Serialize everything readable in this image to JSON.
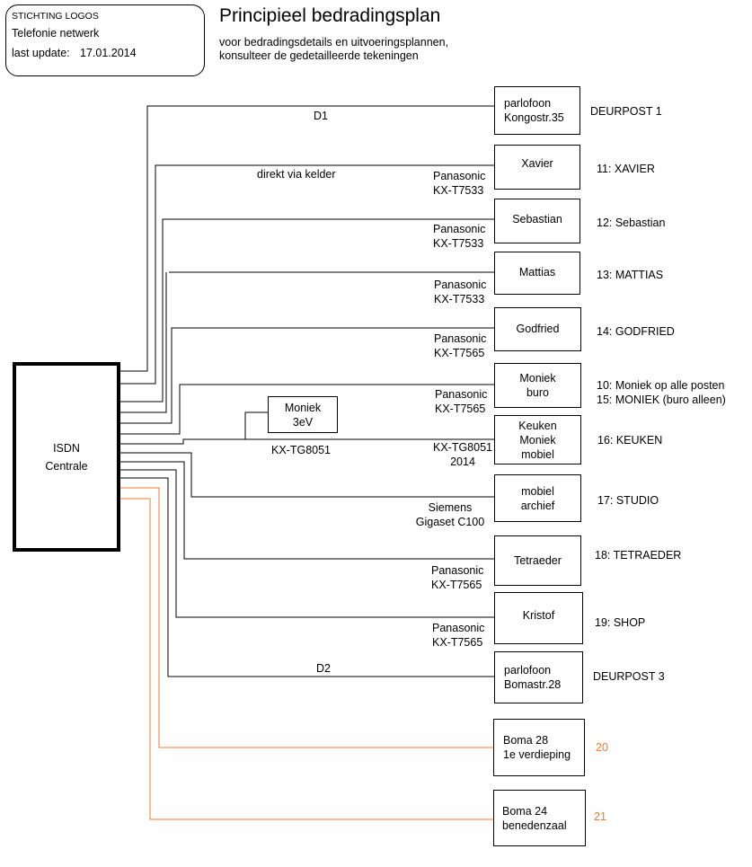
{
  "info": {
    "org": "STICHTING LOGOS",
    "network": "Telefonie netwerk",
    "update_label": "last update:",
    "update_date": "17.01.2014"
  },
  "header": {
    "title": "Principieel bedradingsplan",
    "subtitle_line1": "voor bedradingsdetails en uitvoeringsplannen,",
    "subtitle_line2": "konsulteer de gedetailleerde tekeningen"
  },
  "central": {
    "line1": "ISDN",
    "line2": "Centrale"
  },
  "wire_colors": {
    "normal": "#000000",
    "extra": "#ee7b2f"
  },
  "wire_labels": {
    "d1": "D1",
    "kelder": "direkt  via kelder",
    "d2": "D2",
    "kx_tg8051_left": "KX-TG8051"
  },
  "branch_device": {
    "line1": "Moniek",
    "line2": "3eV"
  },
  "stations": [
    {
      "box": [
        "parlofoon",
        "Kongostr.35"
      ],
      "model": [],
      "ext": [
        "DEURPOST 1"
      ]
    },
    {
      "box": [
        "Xavier"
      ],
      "model": [
        "Panasonic",
        "KX-T7533"
      ],
      "ext": [
        "11: XAVIER"
      ]
    },
    {
      "box": [
        "Sebastian"
      ],
      "model": [
        "Panasonic",
        "KX-T7533"
      ],
      "ext": [
        "12: Sebastian"
      ]
    },
    {
      "box": [
        "Mattias"
      ],
      "model": [
        "Panasonic",
        "KX-T7533"
      ],
      "ext": [
        "13: MATTIAS"
      ]
    },
    {
      "box": [
        "Godfried"
      ],
      "model": [
        "Panasonic",
        "KX-T7565"
      ],
      "ext": [
        "14: GODFRIED"
      ]
    },
    {
      "box": [
        "Moniek",
        "buro"
      ],
      "model": [
        "Panasonic",
        "KX-T7565"
      ],
      "ext": [
        "10: Moniek  op alle posten",
        "15: MONIEK (buro alleen)"
      ]
    },
    {
      "box": [
        "Keuken",
        "Moniek",
        "mobiel"
      ],
      "model": [
        "KX-TG8051",
        "2014"
      ],
      "ext": [
        "16: KEUKEN"
      ]
    },
    {
      "box": [
        "mobiel",
        "archief"
      ],
      "model": [
        "Siemens",
        "Gigaset C100"
      ],
      "ext": [
        "17: STUDIO"
      ]
    },
    {
      "box": [
        "Tetraeder"
      ],
      "model": [
        "Panasonic",
        "KX-T7565"
      ],
      "ext": [
        "18: TETRAEDER"
      ]
    },
    {
      "box": [
        "Kristof"
      ],
      "model": [
        "Panasonic",
        "KX-T7565"
      ],
      "ext": [
        "19: SHOP"
      ]
    },
    {
      "box": [
        "parlofoon",
        "Bomastr.28"
      ],
      "model": [],
      "ext": [
        "DEURPOST 3"
      ]
    },
    {
      "box": [
        "Boma 28",
        "1e verdieping"
      ],
      "model": [],
      "ext": [
        "20"
      ]
    },
    {
      "box": [
        "Boma 24",
        "benedenzaal"
      ],
      "model": [],
      "ext": [
        "21"
      ]
    }
  ]
}
